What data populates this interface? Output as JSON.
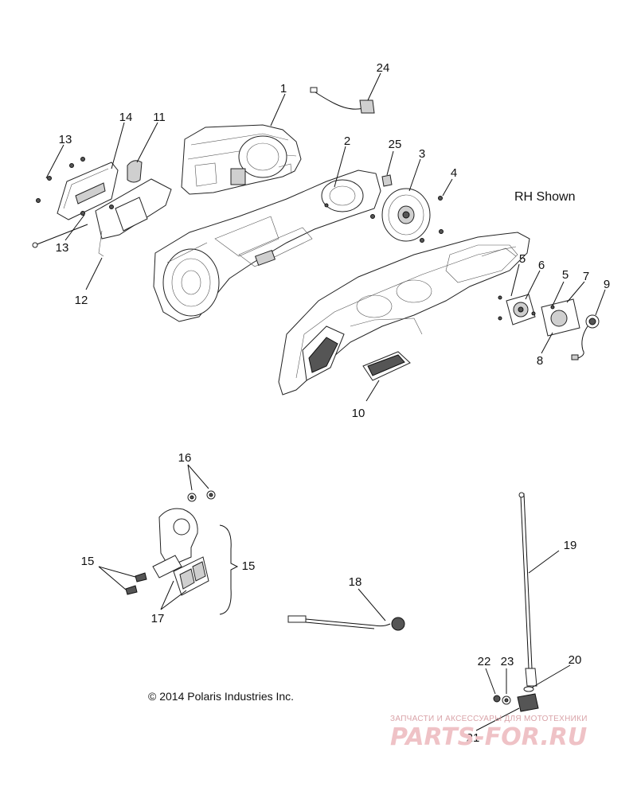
{
  "diagram": {
    "note": "RH Shown",
    "copyright": "© 2014 Polaris Industries Inc.",
    "callouts": {
      "c1": "1",
      "c2": "2",
      "c3": "3",
      "c4": "4",
      "c5a": "5",
      "c5b": "5",
      "c6": "6",
      "c7": "7",
      "c8": "8",
      "c9": "9",
      "c10": "10",
      "c11": "11",
      "c12": "12",
      "c13a": "13",
      "c13b": "13",
      "c14": "14",
      "c15a": "15",
      "c15b": "15",
      "c16": "16",
      "c17": "17",
      "c18": "18",
      "c19": "19",
      "c20": "20",
      "c21": "21",
      "c22": "22",
      "c23": "23",
      "c24": "24",
      "c25": "25"
    }
  },
  "watermark": {
    "tagline": "ЗАПЧАСТИ И АКСЕССУАРЫ ДЛЯ МОТОТЕХНИКИ",
    "logo": "PARTS-FOR.RU"
  }
}
